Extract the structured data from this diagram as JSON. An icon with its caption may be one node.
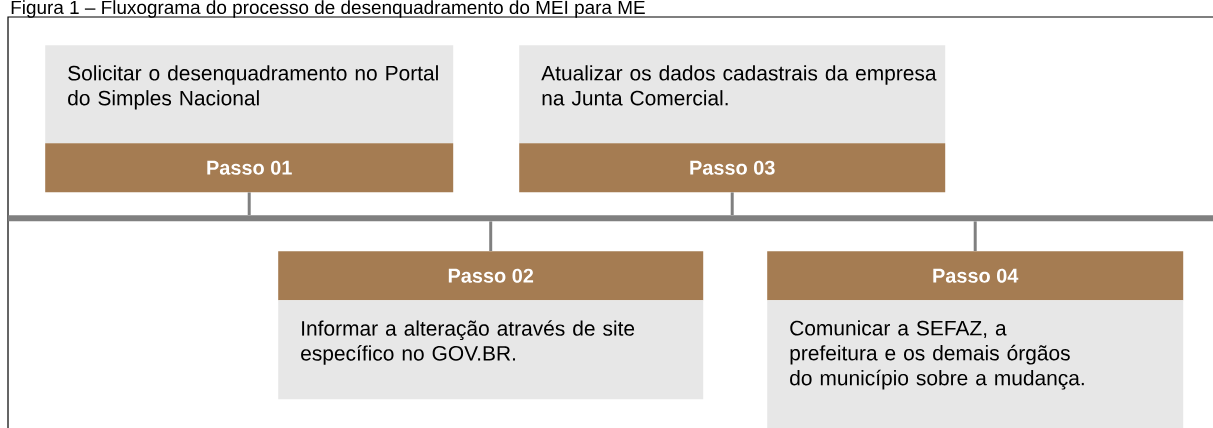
{
  "diagram": {
    "title": "Figura 1 – Fluxograma do processo de desenquadramento do MEI para ME",
    "nodes": [
      {
        "text": [
          "Solicitar o desenquadramento no Portal do Simples Nacional"
        ]
      },
      {
        "text": [
          "Passo 01"
        ]
      },
      {
        "text": [
          "Atualizar os dados cadastrais da empresa na Junta Comercial."
        ]
      },
      {
        "text": [
          "Passo 03"
        ]
      },
      {
        "text": [],
        "shape": "bar"
      },
      {
        "text": [
          "Passo 02"
        ]
      },
      {
        "text": [
          "Informar a alteração através de site específico no GOV.BR."
        ]
      },
      {
        "text": [
          "Passo 04"
        ]
      },
      {
        "text": [
          "Comunicar a SEFAZ, a prefeitura e os demais órgãos do município sobre a mudança."
        ]
      }
    ],
    "edges": [
      {
        "from": 1,
        "to": 4,
        "arrow": "none"
      },
      {
        "from": 3,
        "to": 4,
        "arrow": "none"
      },
      {
        "from": 4,
        "to": 5,
        "arrow": "none"
      },
      {
        "from": 4,
        "to": 7,
        "arrow": "none"
      }
    ]
  }
}
